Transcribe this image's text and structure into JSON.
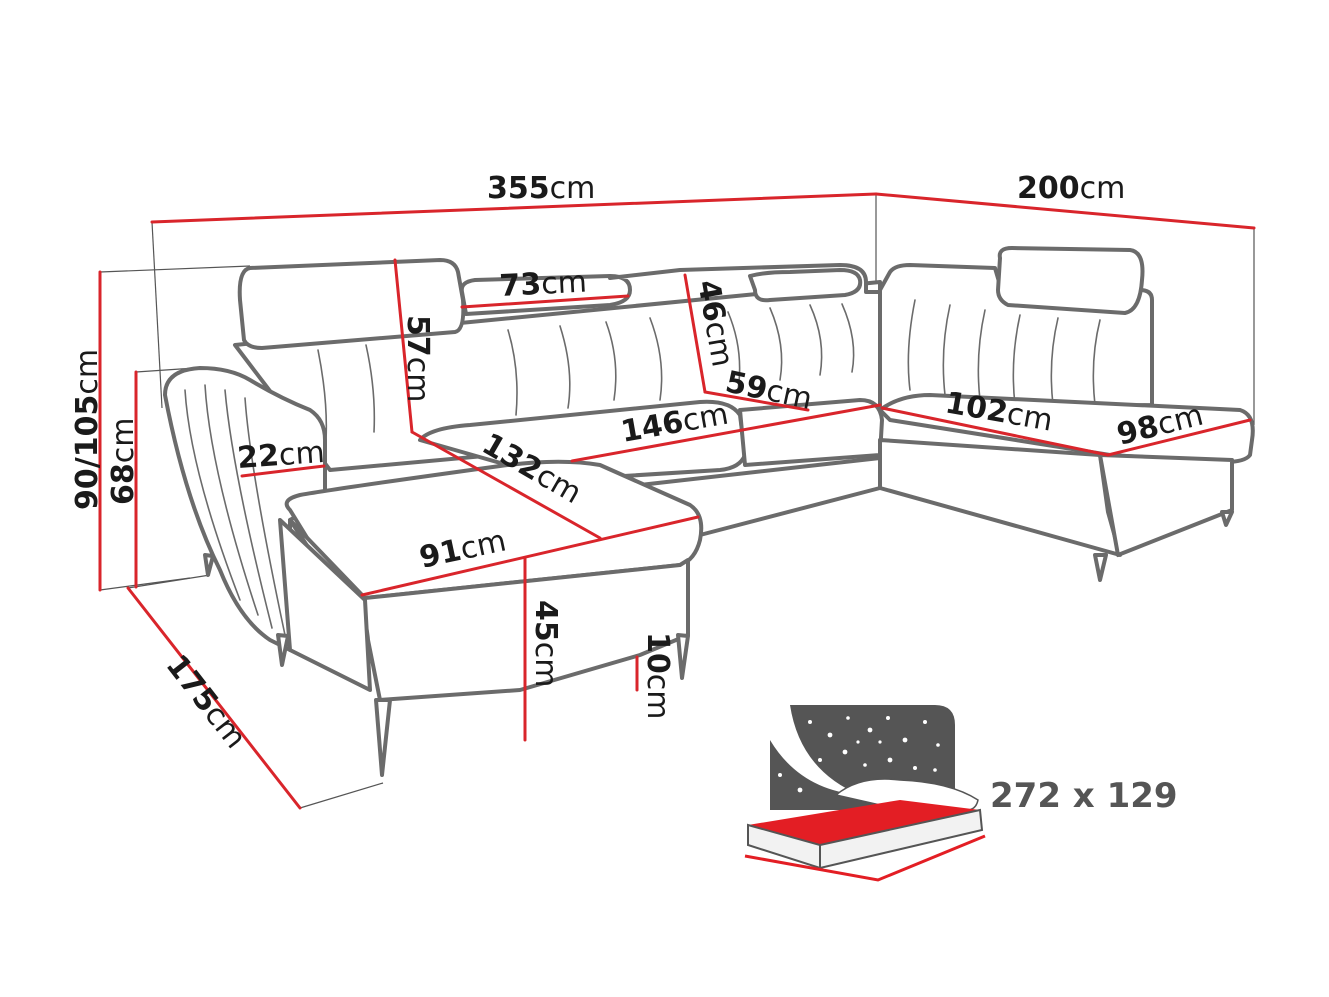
{
  "diagram": {
    "subject": "U-shaped corner sofa bed with dimensions",
    "unit": "cm",
    "colors": {
      "dimension_line": "#d9252b",
      "outline": "#6b6b6b",
      "text": "#1a1a1a",
      "bed_icon_dark": "#555555",
      "bed_icon_red": "#e31e24"
    },
    "dimensions": {
      "total_width": {
        "value": "355",
        "unit": "cm"
      },
      "right_depth": {
        "value": "200",
        "unit": "cm"
      },
      "height": {
        "value": "90/105",
        "unit": "cm"
      },
      "armrest_height": {
        "value": "68",
        "unit": "cm"
      },
      "headrest_width": {
        "value": "73",
        "unit": "cm"
      },
      "back_height": {
        "value": "57",
        "unit": "cm"
      },
      "backrest_height_mid": {
        "value": "46",
        "unit": "cm"
      },
      "armrest_width": {
        "value": "22",
        "unit": "cm"
      },
      "chaise_seat_depth": {
        "value": "132",
        "unit": "cm"
      },
      "middle_seat_width": {
        "value": "146",
        "unit": "cm"
      },
      "seat_depth": {
        "value": "59",
        "unit": "cm"
      },
      "right_seat_length": {
        "value": "102",
        "unit": "cm"
      },
      "right_seat_width": {
        "value": "98",
        "unit": "cm"
      },
      "chaise_width": {
        "value": "91",
        "unit": "cm"
      },
      "seat_height": {
        "value": "45",
        "unit": "cm"
      },
      "leg_height": {
        "value": "10",
        "unit": "cm"
      },
      "left_depth": {
        "value": "175",
        "unit": "cm"
      }
    },
    "sleeping_area": {
      "label": "272 x 129",
      "icon": "bed-night-icon"
    }
  }
}
